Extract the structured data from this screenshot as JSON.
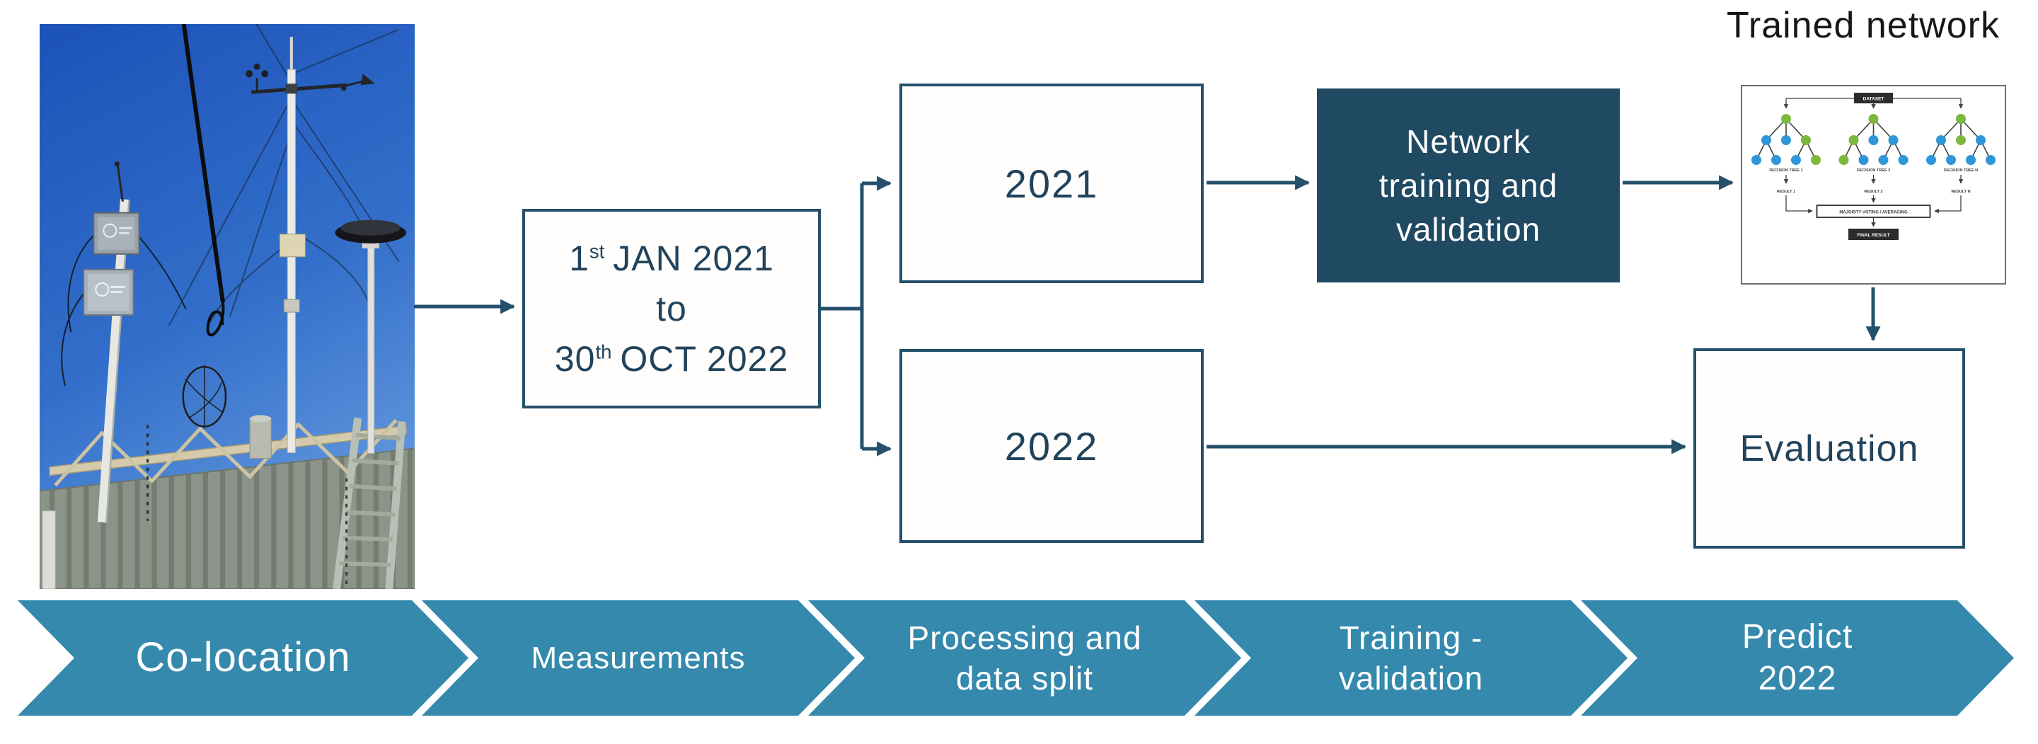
{
  "header": {
    "trained_network_title": "Trained network"
  },
  "flowchart": {
    "date_range_box": {
      "day1": "1",
      "day1_suffix": "st",
      "rest1": "JAN 2021",
      "connector": "to",
      "day2": "30",
      "day2_suffix": "th",
      "rest2": "OCT 2022"
    },
    "year_2021_box": "2021",
    "year_2022_box": "2022",
    "network_training_box": {
      "line1": "Network",
      "line2": "training and",
      "line3": "validation"
    },
    "evaluation_box": "Evaluation"
  },
  "trained_network_figure": {
    "dataset_label": "DATASET",
    "tree_labels": [
      "DECISION TREE 1",
      "DECISION TREE 2",
      "DECISION TREE N"
    ],
    "result_labels": [
      "RESULT 1",
      "RESULT 2",
      "RESULT N"
    ],
    "voting_label": "MAJORITY VOTING / AVERAGING",
    "final_label": "FINAL RESULT"
  },
  "process_banner": {
    "steps": [
      {
        "lines": [
          "Co-location",
          ""
        ]
      },
      {
        "lines": [
          "Measurements",
          ""
        ]
      },
      {
        "lines": [
          "Processing and",
          "data split"
        ]
      },
      {
        "lines": [
          "Training -",
          "validation"
        ]
      },
      {
        "lines": [
          "Predict",
          "2022"
        ]
      }
    ]
  },
  "colors": {
    "navy_fill": "#1f4a61",
    "line_navy": "#24506b",
    "text_navy": "#21435c",
    "chevron_teal": "#3489ad",
    "tree_green": "#7cb83d",
    "tree_blue": "#2f97d8"
  }
}
